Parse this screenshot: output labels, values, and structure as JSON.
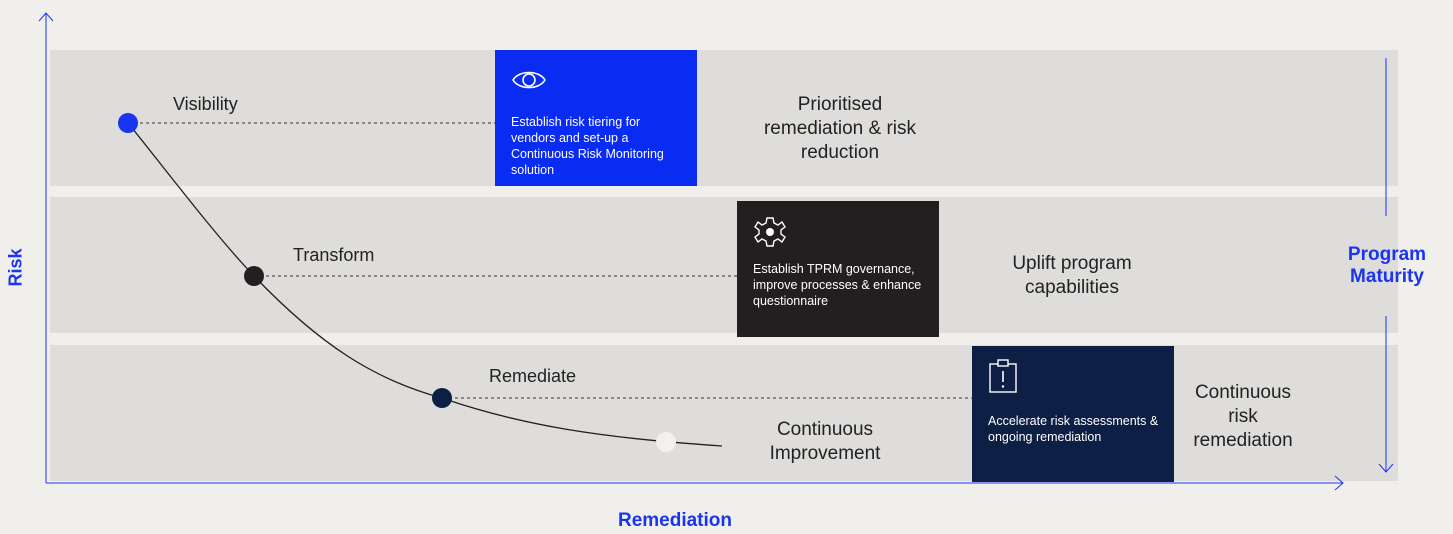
{
  "axes": {
    "y_label": "Risk",
    "x_label": "Remediation",
    "maturity_label_line1": "Program",
    "maturity_label_line2": "Maturity"
  },
  "stages": [
    {
      "label": "Visibility",
      "box_text": "Establish risk tiering for vendors and set-up a Continuous Risk Monitoring solution",
      "box_color": "#0a2bf2",
      "icon": "eye-icon",
      "outcome": "Prioritised remediation & risk reduction",
      "dot_color": "#1a35f0"
    },
    {
      "label": "Transform",
      "box_text": "Establish TPRM governance, improve processes & enhance questionnaire",
      "box_color": "#231f20",
      "icon": "gear-icon",
      "outcome": "Uplift program capabilities",
      "dot_color": "#231f20"
    },
    {
      "label": "Remediate",
      "box_text": "Accelerate risk assessments & ongoing remediation",
      "box_color": "#0d1f45",
      "icon": "clipboard-alert-icon",
      "outcome": "Continuous risk remediation",
      "dot_color": "#0d1f45"
    },
    {
      "label": "Continuous Improvement",
      "dot_color": "#f2f1ee"
    }
  ],
  "colors": {
    "accent": "#1a35f0",
    "band": "#dedddb",
    "background": "#f0efec"
  }
}
